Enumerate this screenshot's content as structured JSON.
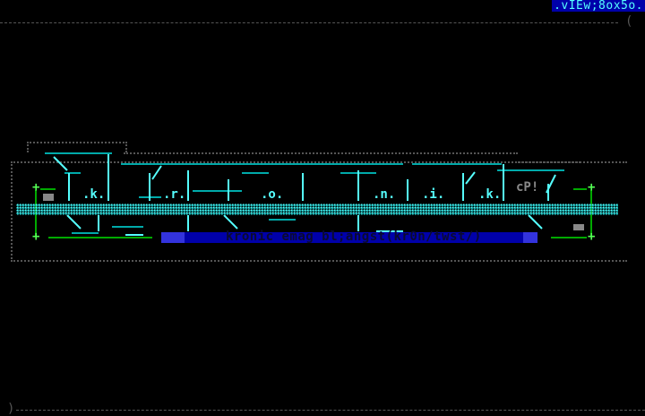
{
  "status_bar": {
    "label": ".vIEw;8ox5o."
  },
  "logo": {
    "letters": [
      ".k.",
      ".r.",
      ".o.",
      ".n.",
      ".i.",
      ".k."
    ],
    "tag": "cP!"
  },
  "banner": {
    "text": "kronic emag bl;angst(kr0n/twst/)"
  },
  "frame": {
    "top_mark": "(",
    "bottom_mark": ")"
  },
  "colors": {
    "cyan": "#55ffff",
    "blue": "#0000aa",
    "green": "#55ff55",
    "gray": "#555555"
  }
}
